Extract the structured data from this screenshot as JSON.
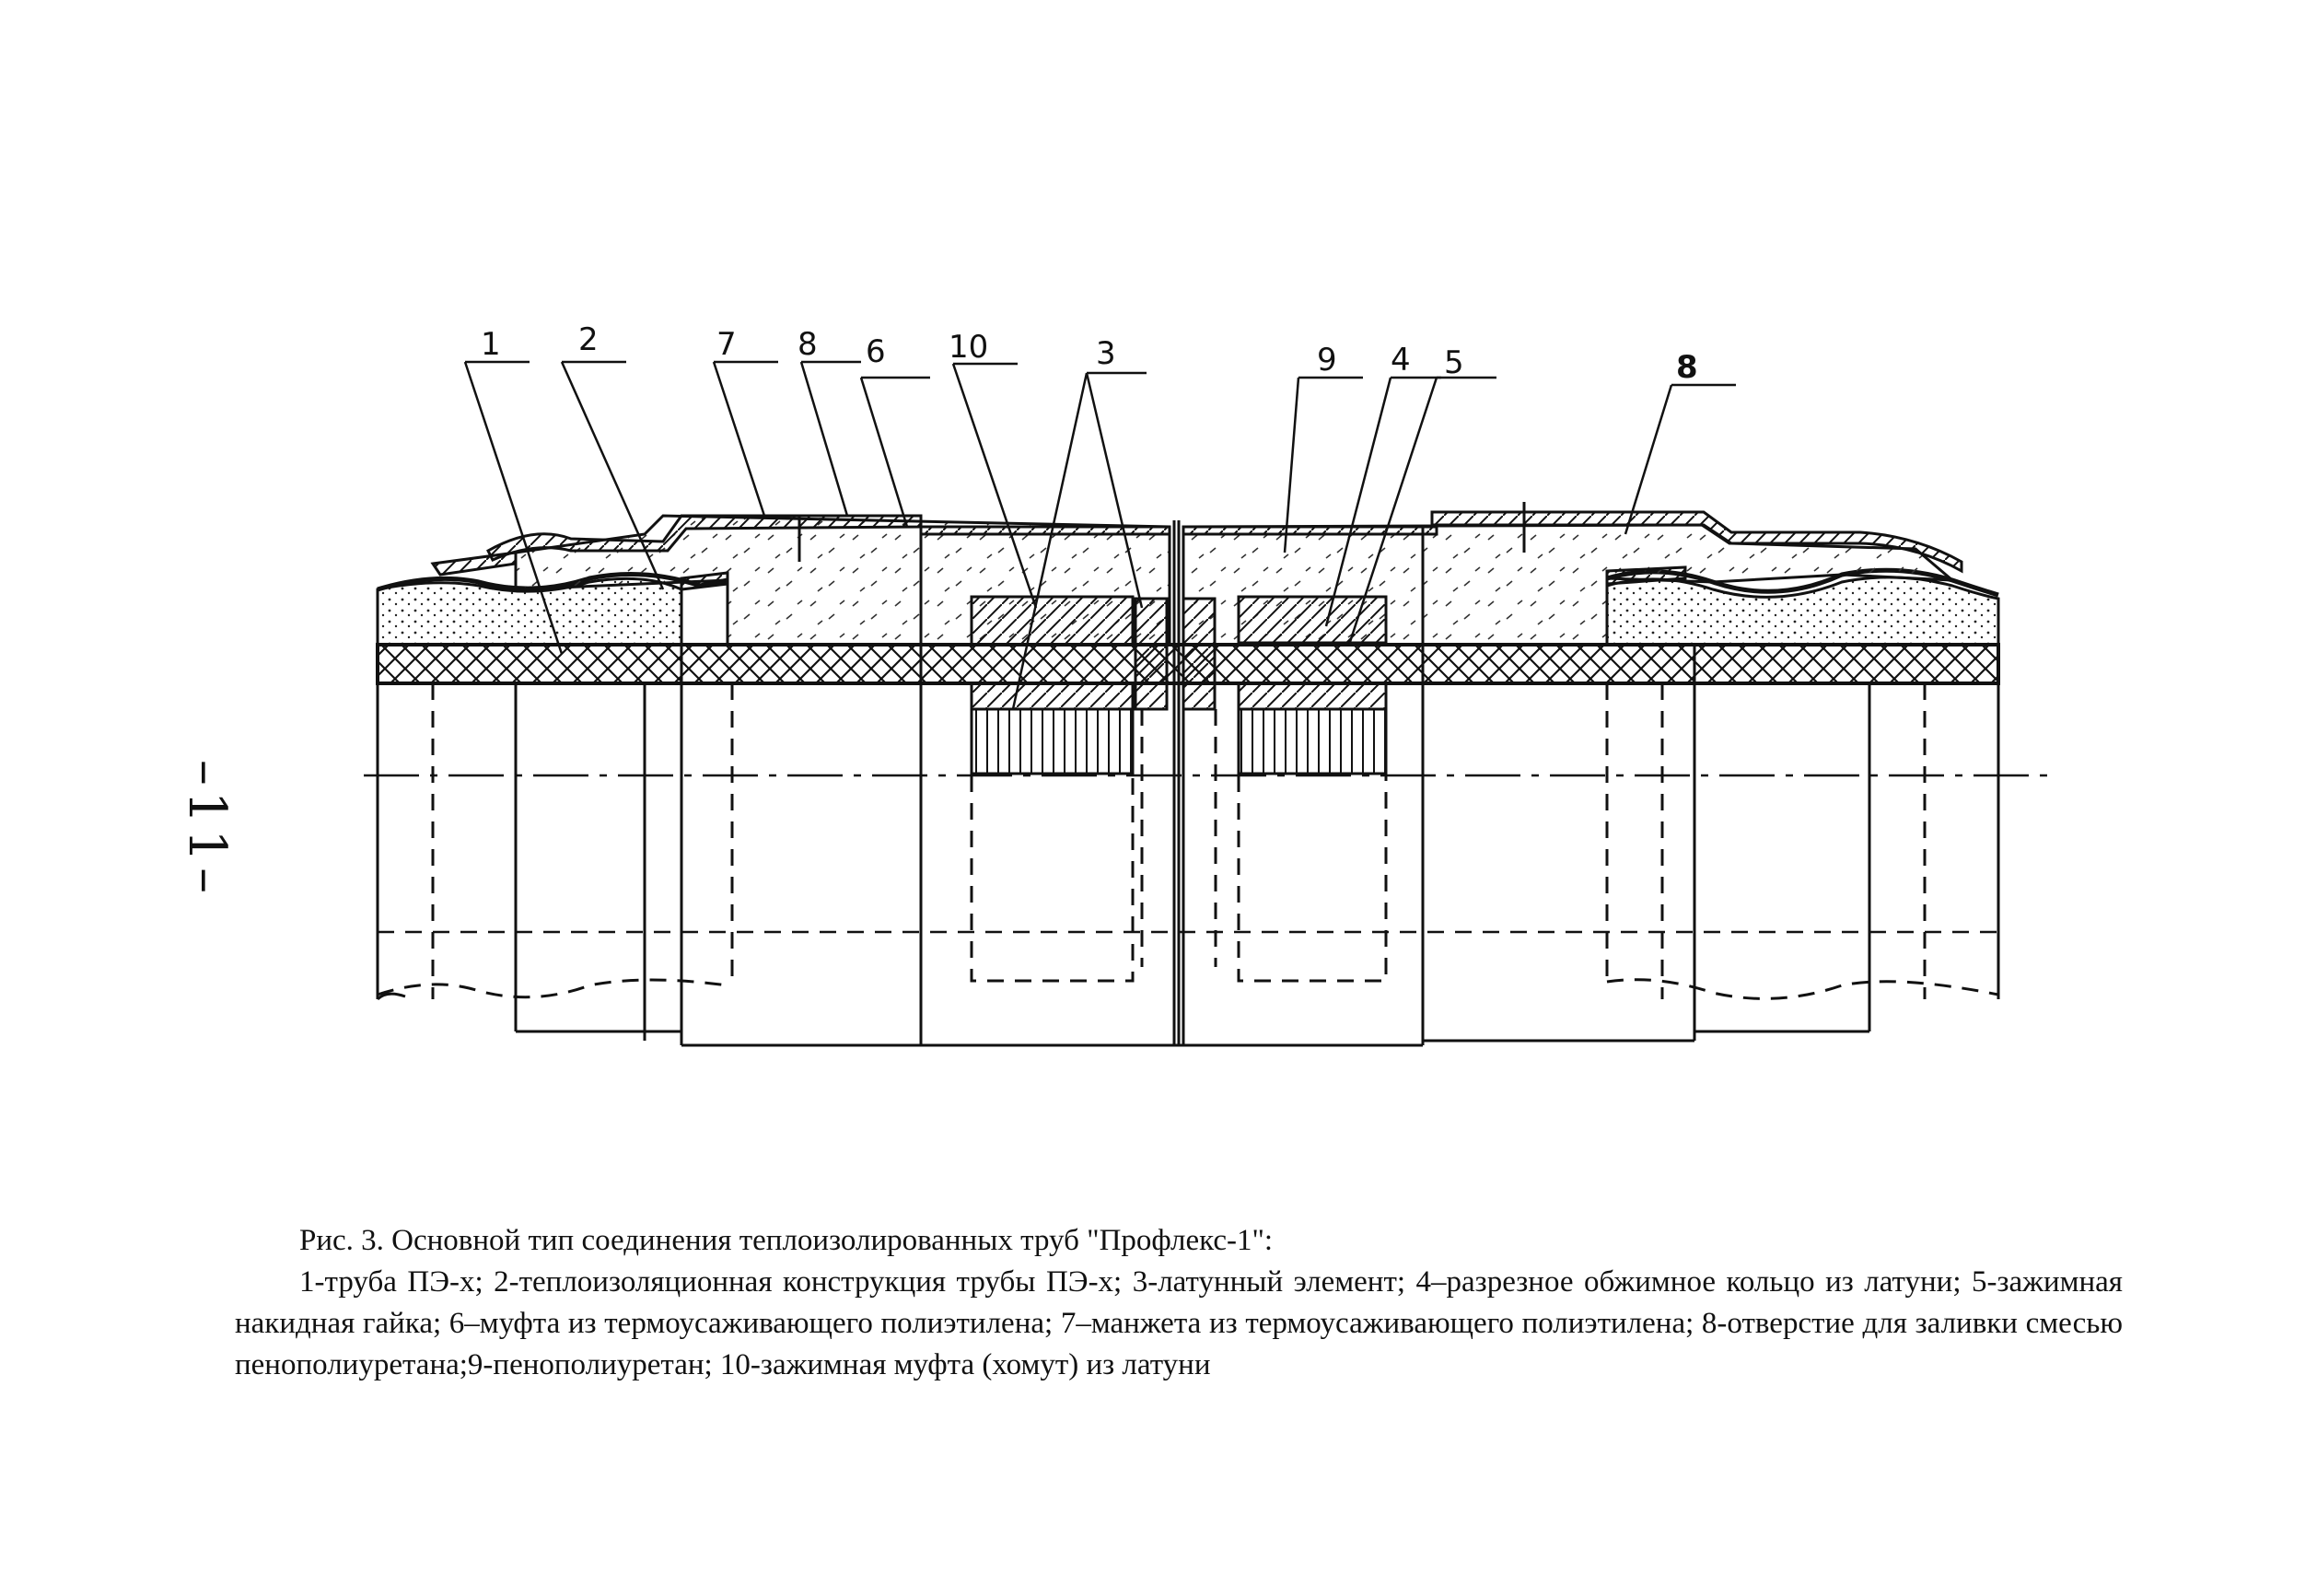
{
  "page_number": "–11–",
  "caption": {
    "title": "Рис. 3. Основной тип соединения теплоизолированных труб \"Профлекс-1\":",
    "legend": "1-труба ПЭ-х; 2-теплоизоляционная конструкция трубы ПЭ-х; 3-латунный элемент; 4–разрезное обжимное кольцо из латуни; 5-зажимная накидная гайка; 6–муфта из термоусаживающего полиэтилена; 7–манжета из термоусаживающего полиэтилена; 8-отверстие для заливки смесью пенополиуретана;9-пенополиуретан; 10-зажимная муфта (хомут) из латуни"
  },
  "labels": {
    "l1": "1",
    "l2": "2",
    "l7": "7",
    "l8a": "8",
    "l6": "6",
    "l10": "10",
    "l3": "3",
    "l9": "9",
    "l4": "4",
    "l5": "5",
    "l8b": "8"
  }
}
